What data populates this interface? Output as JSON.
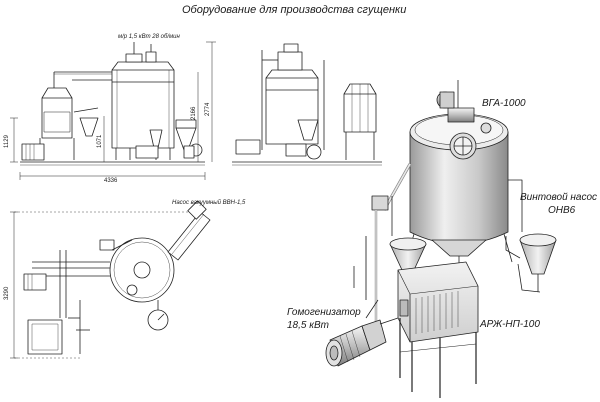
{
  "title": "Оборудование для производства сгущенки",
  "front_view": {
    "motor_note": "м/р 1,5 кВт 28 об/мин",
    "dim_width": "4336",
    "dim_h1": "1129",
    "dim_h2": "1071",
    "dim_h3": "2166",
    "dim_h4": "2774"
  },
  "plan_view": {
    "pump_note": "Насос вакуумный ВВН-1,5",
    "dim_height": "3290"
  },
  "iso_view": {
    "vessel_label": "ВГА-1000",
    "screw_pump_label_1": "Винтовой насос",
    "screw_pump_label_2": "ОНВ6",
    "homogenizer_label_1": "Гомогенизатор",
    "homogenizer_label_2": "18,5 кВт",
    "arzh_label": "АРЖ-НП-100"
  },
  "colors": {
    "line": "#222222",
    "metal_light": "#e6e6e6",
    "metal_mid": "#bdbdbd",
    "metal_dark": "#8c8c8c"
  }
}
